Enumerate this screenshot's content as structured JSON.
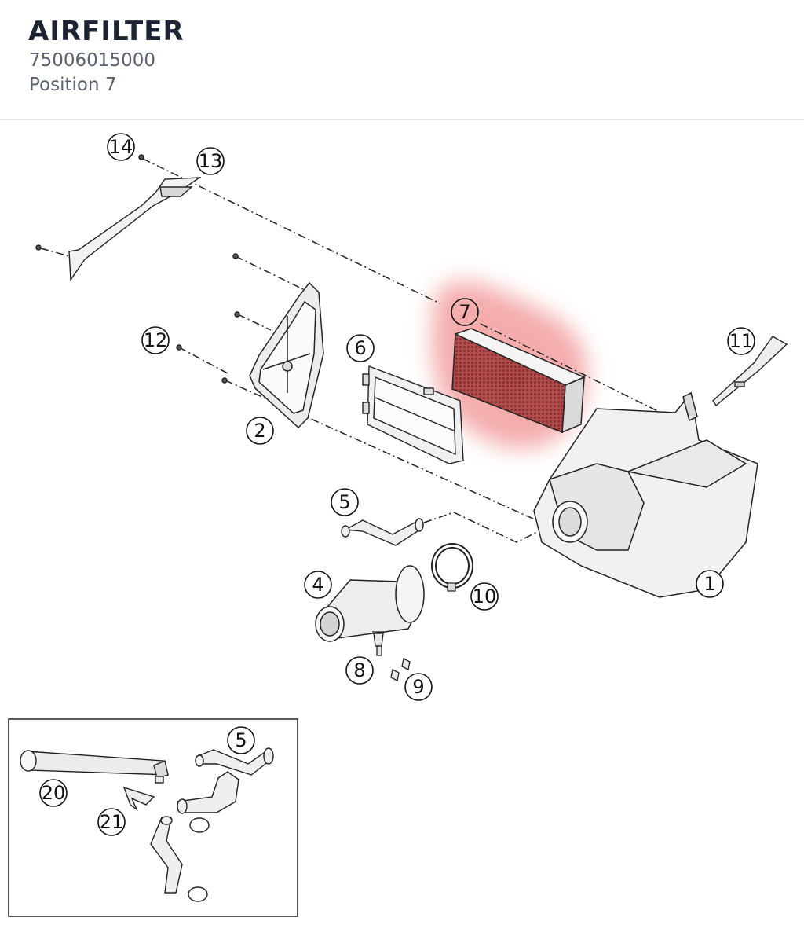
{
  "header": {
    "title": "AIRFILTER",
    "part_number": "75006015000",
    "position": "Position 7"
  },
  "colors": {
    "highlight": "#f08a8a",
    "filter_mesh": "#a84848",
    "line": "#222222",
    "text_dark": "#1c2333",
    "text_muted": "#5a6270"
  },
  "diagram": {
    "highlighted_part": "7",
    "callouts": [
      "14",
      "13",
      "12",
      "2",
      "6",
      "7",
      "11",
      "5",
      "1",
      "4",
      "10",
      "8",
      "9",
      "5",
      "20",
      "21"
    ]
  }
}
